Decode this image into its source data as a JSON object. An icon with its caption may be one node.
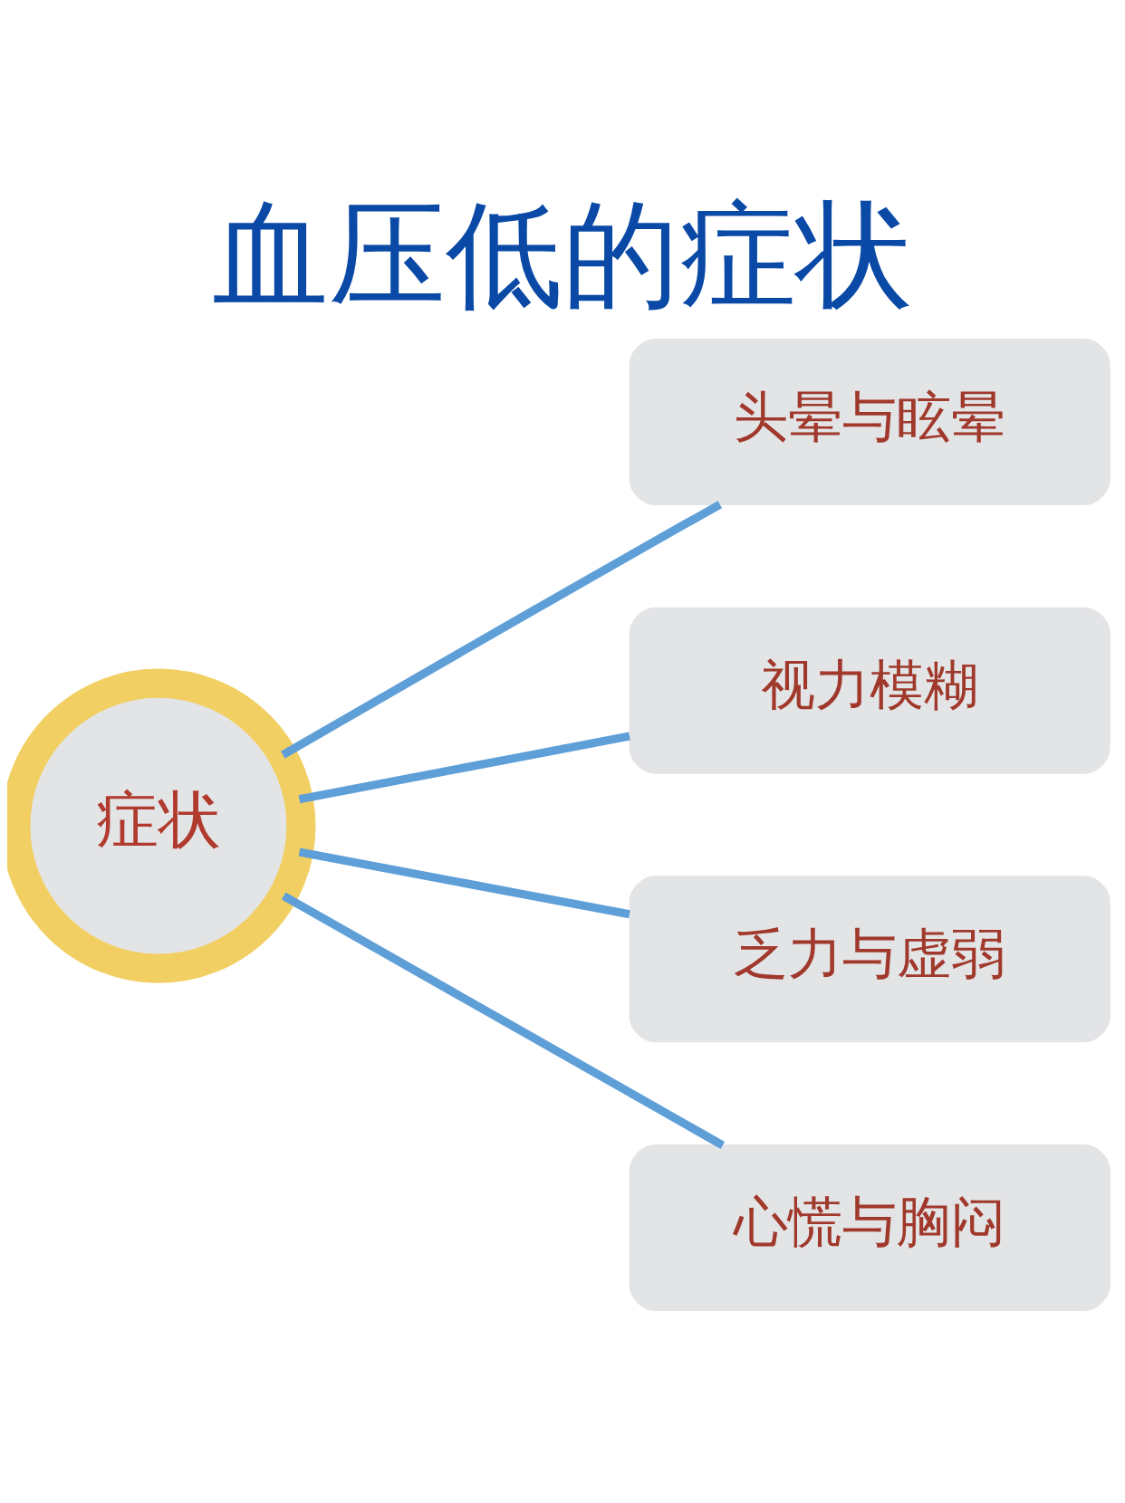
{
  "diagram": {
    "title": "血压低的症状",
    "nodes": [
      {
        "text": [
          "症状"
        ]
      },
      {
        "text": [
          "头晕与眩晕"
        ]
      },
      {
        "text": [
          "视力模糊"
        ]
      },
      {
        "text": [
          "乏力与虚弱"
        ]
      },
      {
        "text": [
          "心慌与胸闷"
        ]
      }
    ],
    "edges": [
      {
        "from": 0,
        "to": 1,
        "arrow": "none"
      },
      {
        "from": 0,
        "to": 2,
        "arrow": "none"
      },
      {
        "from": 0,
        "to": 3,
        "arrow": "none"
      },
      {
        "from": 0,
        "to": 4,
        "arrow": "none"
      }
    ]
  }
}
